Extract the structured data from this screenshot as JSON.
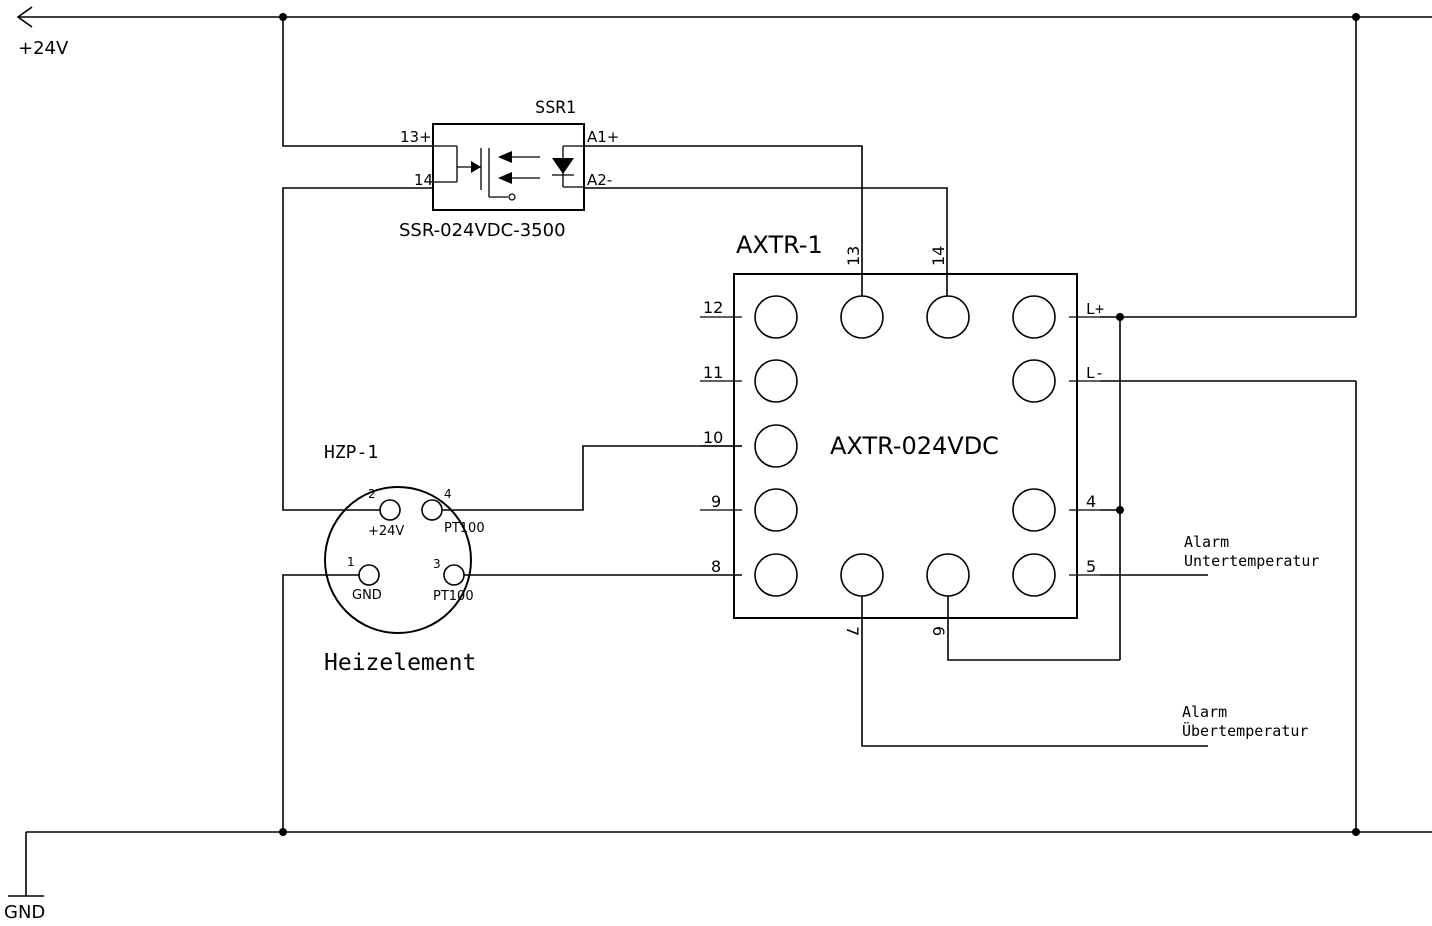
{
  "rails": {
    "supply_label": "+24V",
    "ground_label": "GND"
  },
  "ssr": {
    "ref": "SSR1",
    "part": "SSR-024VDC-3500",
    "pins": {
      "out_plus": "13+",
      "out_minus": "14",
      "in_plus": "A1+",
      "in_minus": "A2-"
    }
  },
  "controller": {
    "ref": "AXTR-1",
    "part": "AXTR-024VDC",
    "pins": {
      "p13": "13",
      "p14": "14",
      "p12": "12",
      "p11": "11",
      "p10": "10",
      "p9": "9",
      "p8": "8",
      "p7": "7",
      "p6": "6",
      "p4": "4",
      "p5": "5",
      "lplus": "L+",
      "lminus": "L-"
    }
  },
  "heater": {
    "ref": "HZP-1",
    "name": "Heizelement",
    "pins": [
      {
        "num": "1",
        "label": "GND"
      },
      {
        "num": "2",
        "label": "+24V"
      },
      {
        "num": "3",
        "label": "PT100"
      },
      {
        "num": "4",
        "label": "PT100"
      }
    ]
  },
  "alarms": {
    "under_line1": "Alarm",
    "under_line2": "Untertemperatur",
    "over_line1": "Alarm",
    "over_line2": "Übertemperatur"
  }
}
